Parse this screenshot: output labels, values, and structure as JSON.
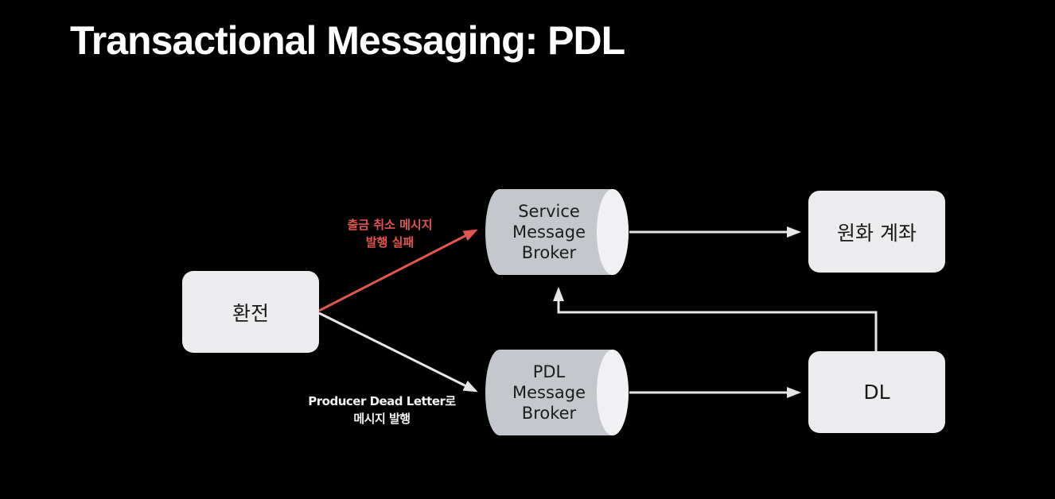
{
  "slide": {
    "title": "Transactional Messaging: PDL"
  },
  "nodes": {
    "exchange": {
      "label": "환전"
    },
    "service_broker": {
      "lines": [
        "Service",
        "Message",
        "Broker"
      ]
    },
    "pdl_broker": {
      "lines": [
        "PDL",
        "Message",
        "Broker"
      ]
    },
    "krw_account": {
      "label": "원화 계좌"
    },
    "dead_letter": {
      "label": "DL"
    }
  },
  "edges": {
    "failed_publish": {
      "lines": [
        "출금 취소 메시지",
        "발행 실패"
      ],
      "color": "#e2564f"
    },
    "pdl_publish": {
      "lines": [
        "Producer Dead Letter로",
        "메시지 발행"
      ],
      "color": "#e6e6e6"
    }
  },
  "colors": {
    "background": "#000000",
    "box_fill": "#ececee",
    "cylinder_fill": "#c4c7cc",
    "cylinder_cap": "#f1f1f3",
    "arrow": "#e6e6e6",
    "arrow_error": "#e2564f"
  }
}
